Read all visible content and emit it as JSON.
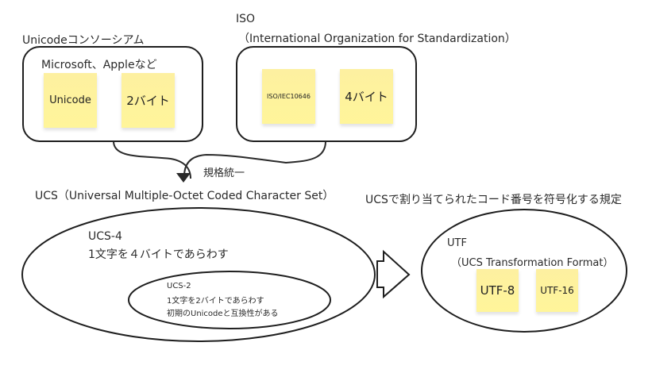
{
  "unicode_consortium": {
    "title": "Unicodeコンソーシアム",
    "members": "Microsoft、Appleなど",
    "notes": [
      {
        "text": "Unicode"
      },
      {
        "text": "2バイト"
      }
    ]
  },
  "iso": {
    "title": "ISO",
    "subtitle": "（International Organization for Standardization）",
    "notes": [
      {
        "text": "ISO/IEC10646"
      },
      {
        "text": "4バイト"
      }
    ]
  },
  "merge": {
    "label": "規格統一"
  },
  "ucs": {
    "title": "UCS（Universal Multiple-Octet Coded Character Set）",
    "ucs4": {
      "name": "UCS-4",
      "description": "1文字を４バイトであらわす"
    },
    "ucs2": {
      "name": "UCS-2",
      "description": "1文字を2バイトであらわす",
      "note": "初期のUnicodeと互換性がある"
    }
  },
  "utf": {
    "caption": "UCSで割り当てられたコード番号を符号化する規定",
    "name": "UTF",
    "full_name": "（UCS Transformation Format）",
    "notes": [
      {
        "text": "UTF-8"
      },
      {
        "text": "UTF-16"
      }
    ]
  },
  "colors": {
    "sticky_note": "#fff59a",
    "stroke": "#1e1e1e"
  }
}
